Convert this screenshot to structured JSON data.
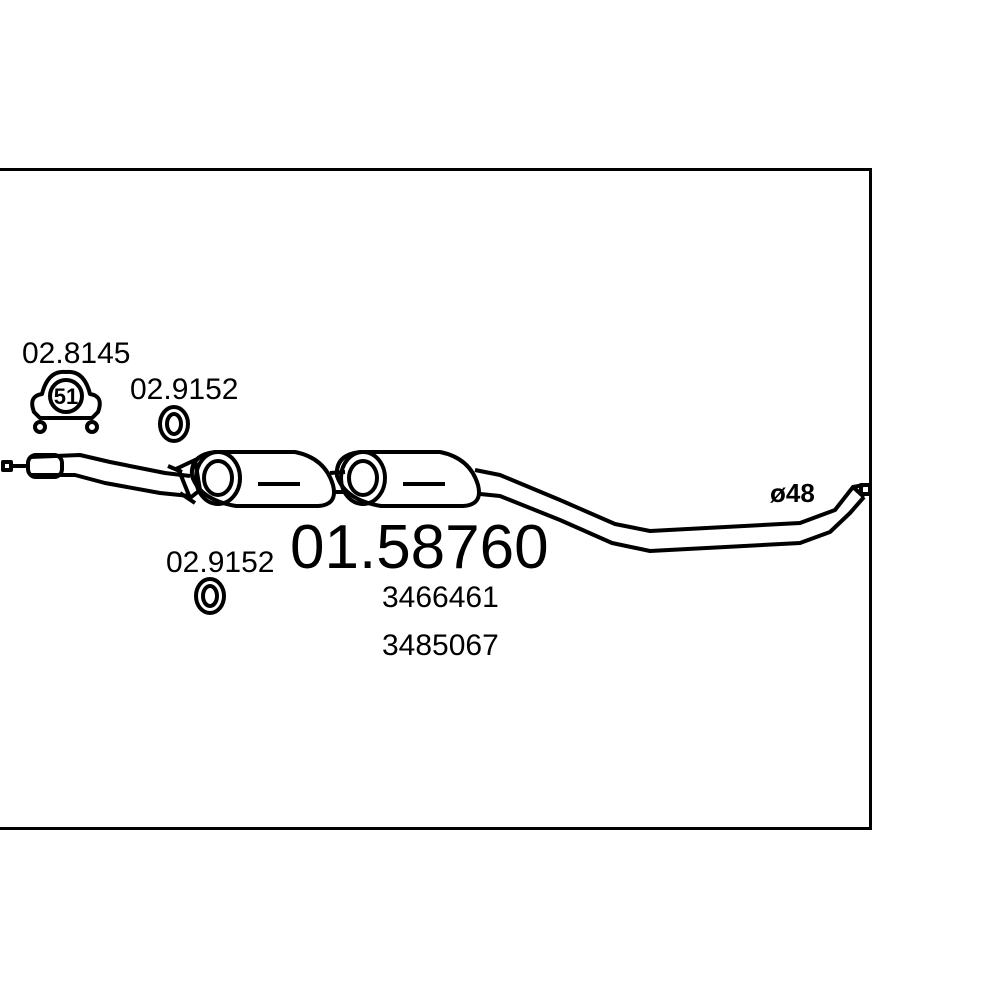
{
  "diagram": {
    "main_part_number": "01.58760",
    "oe_numbers": [
      "3466461",
      "3485067"
    ],
    "accessories": [
      {
        "part_number": "02.8145",
        "type": "clamp",
        "clamp_size": "51"
      },
      {
        "part_number": "02.9152",
        "type": "gasket-ring"
      },
      {
        "part_number": "02.9152",
        "type": "gasket-ring"
      }
    ],
    "pipe_diameter_label": "ø48"
  },
  "colors": {
    "line": "#000000",
    "background": "#ffffff"
  }
}
